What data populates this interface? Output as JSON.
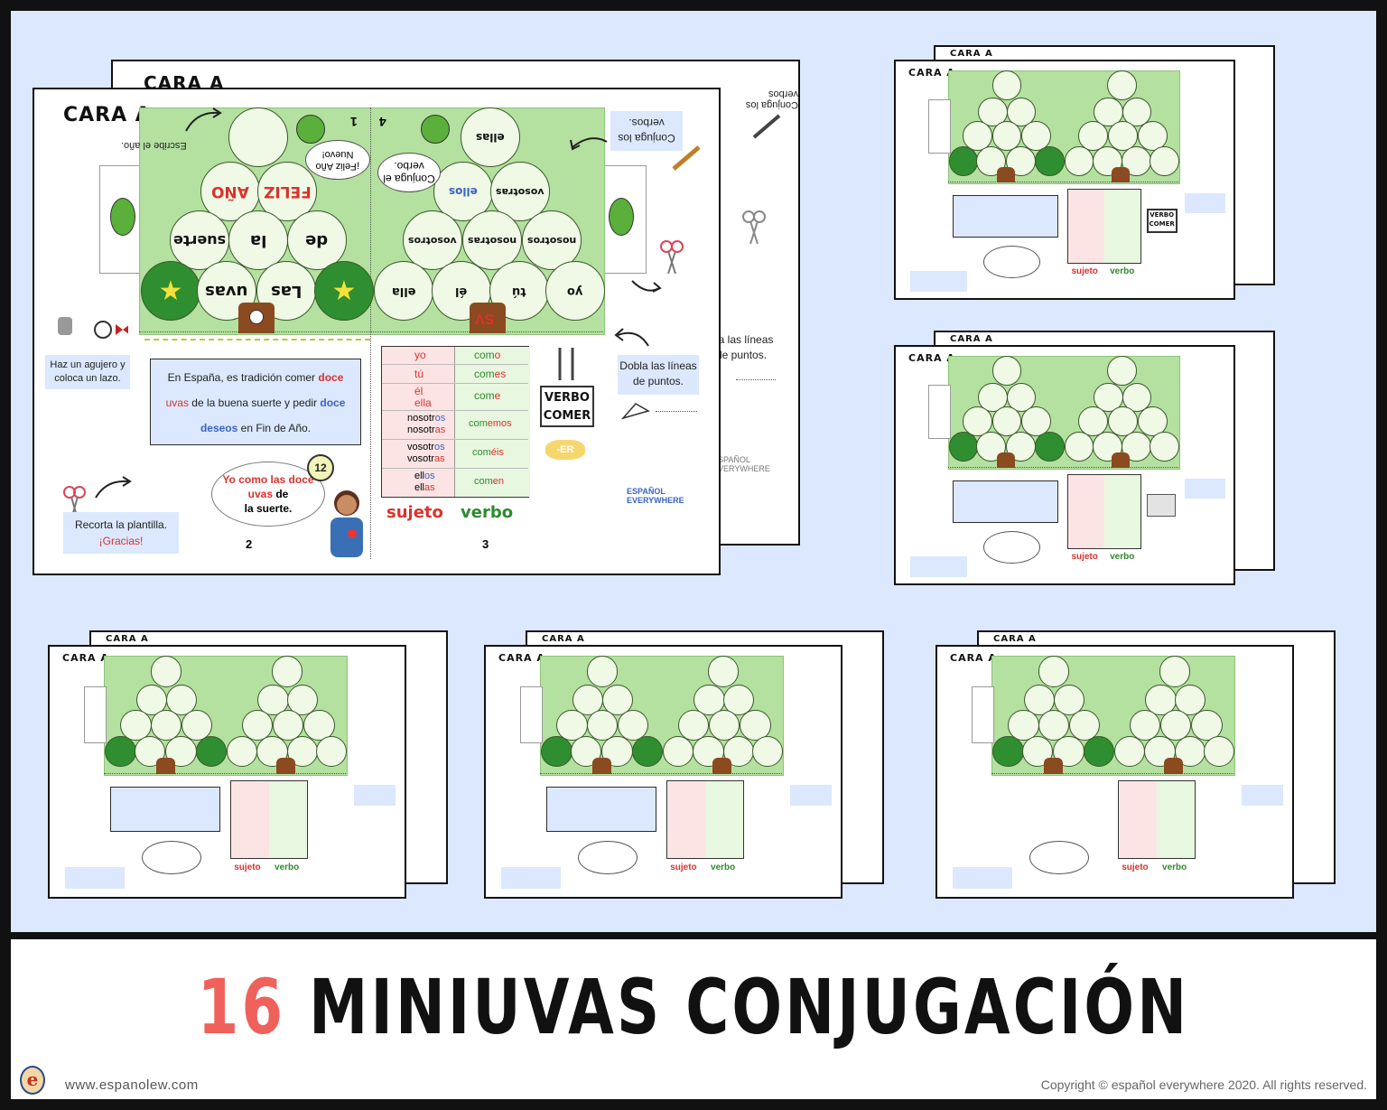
{
  "title": {
    "number": "16",
    "text": "MINIUVAS CONJUGACIÓN"
  },
  "footer": {
    "url": "www.espanolew.com",
    "copyright": "Copyright © español everywhere 2020. All rights reserved."
  },
  "main_sheet": {
    "cara": "CARA A",
    "page_numbers": {
      "p1": "1",
      "p4": "4",
      "p2": "2",
      "p3": "3"
    },
    "left_circles": {
      "feliz": "FELIZ",
      "anio": "AÑO",
      "suerte": "suerte",
      "la": "la",
      "de": "de",
      "las": "Las",
      "uvas": "uvas"
    },
    "right_circles": {
      "ellas": "ellas",
      "ellos": "ellos",
      "vosotras": "vosotras",
      "vosotros": "vosotros",
      "nosotras": "nosotras",
      "nosotros": "nosotros",
      "ella": "ella",
      "el": "él",
      "tu": "tú",
      "yo": "yo"
    },
    "bubble_new_year": "¡Feliz Año Nuevo!",
    "bubble_conjuga": "Conjuga el verbo.",
    "escribe_anio": "Escribe el año.",
    "conjuga_verbos": "Conjuga los verbos.",
    "info_text": {
      "part1": "En España, es tradición comer ",
      "doce1": "doce",
      "uvas": "uvas",
      "part2": " de la buena suerte y pedir ",
      "doce2": "doce",
      "deseos": "deseos",
      "part3": " en Fin de Año."
    },
    "haz_agujero": "Haz un agujero y coloca un lazo.",
    "dobla": "Dobla las líneas de puntos.",
    "recorta": "Recorta la plantilla.",
    "gracias": "¡Gracias!",
    "girl_bubble": {
      "red": "Yo como las doce uvas",
      "black1": " de",
      "black2": "la suerte."
    },
    "badge": "12",
    "table": {
      "rows": [
        {
          "s": "yo",
          "v_stem": "com",
          "v_end": "o"
        },
        {
          "s": "tú",
          "v_stem": "com",
          "v_end": "es"
        },
        {
          "s": "él",
          "s2": "ella",
          "v_stem": "com",
          "v_end": "e"
        },
        {
          "s_stem": "nosotr",
          "s_end": "os",
          "s2_stem": "nosotr",
          "s2_end": "as",
          "v_stem": "com",
          "v_end": "emos"
        },
        {
          "s_stem": "vosotr",
          "s_end": "os",
          "s2_stem": "vosotr",
          "s2_end": "as",
          "v_stem": "com",
          "v_end": "éis"
        },
        {
          "s_stem": "ell",
          "s_end": "os",
          "s2_stem": "ell",
          "s2_end": "as",
          "v_stem": "com",
          "v_end": "en"
        }
      ],
      "sujeto": "sujeto",
      "verbo": "verbo"
    },
    "verbo_box": {
      "line1": "VERBO",
      "line2": "COMER"
    },
    "er": "-ER",
    "sv": "SV",
    "brand": "ESPAÑOL EVERYWHERE",
    "back_cara": "CARA A",
    "back_dobla": "la las líneas de puntos."
  },
  "thumb_labels": {
    "cara": "CARA A",
    "sujeto": "sujeto",
    "verbo": "verbo",
    "verbo_box1": "VERBO",
    "verbo_box2": "COMER"
  }
}
